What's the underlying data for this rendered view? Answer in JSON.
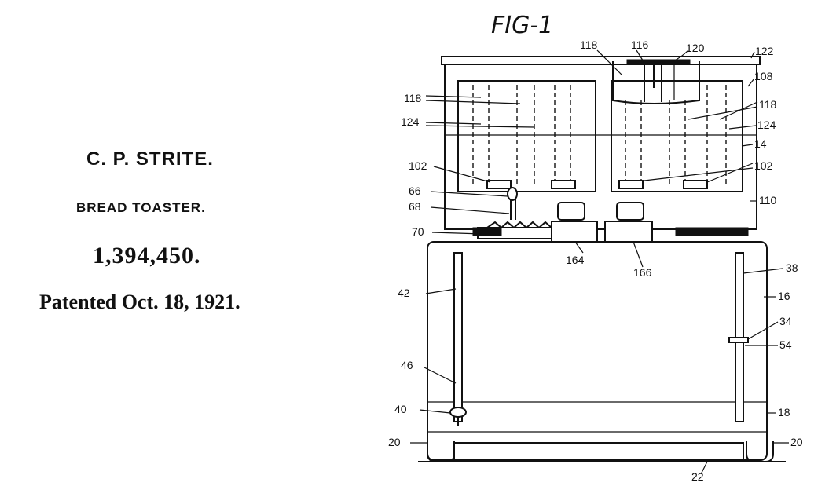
{
  "patent": {
    "inventor": "C. P. STRITE.",
    "title": "BREAD TOASTER.",
    "number": "1,394,450.",
    "date": "Patented Oct. 18, 1921."
  },
  "figure": {
    "label": "FIG-1",
    "refs": [
      "118",
      "116",
      "120",
      "122",
      "108",
      "118",
      "124",
      "118",
      "124",
      "14",
      "102",
      "102",
      "66",
      "68",
      "110",
      "70",
      "164",
      "166",
      "42",
      "38",
      "16",
      "34",
      "54",
      "46",
      "40",
      "18",
      "20",
      "20",
      "22"
    ]
  }
}
